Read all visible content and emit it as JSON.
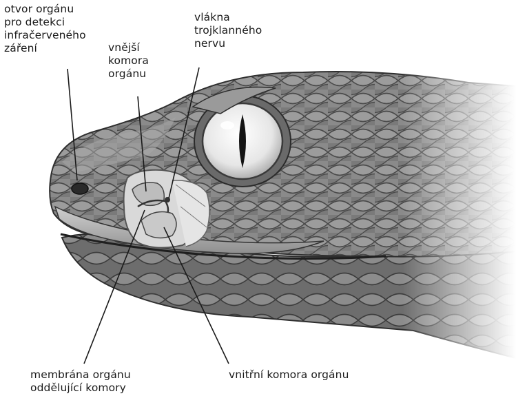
{
  "labels": {
    "pit_opening": "otvor orgánu\npro detekci\ninfračerveného\nzáření",
    "outer_chamber": "vnější\nkomora\norgánu",
    "trigeminal_fibers": "vlákna\ntrojklanného\nnervu",
    "membrane": "membrána orgánu\noddělující komory",
    "inner_chamber": "vnitřní komora orgánu"
  },
  "colors": {
    "background": "#ffffff",
    "scale_dark": "#3f3f3f",
    "scale_mid": "#7d7d7d",
    "scale_light": "#b5b5b5",
    "organ_cutaway": "#d6d6d6",
    "leader_line": "#1a1a1a"
  }
}
